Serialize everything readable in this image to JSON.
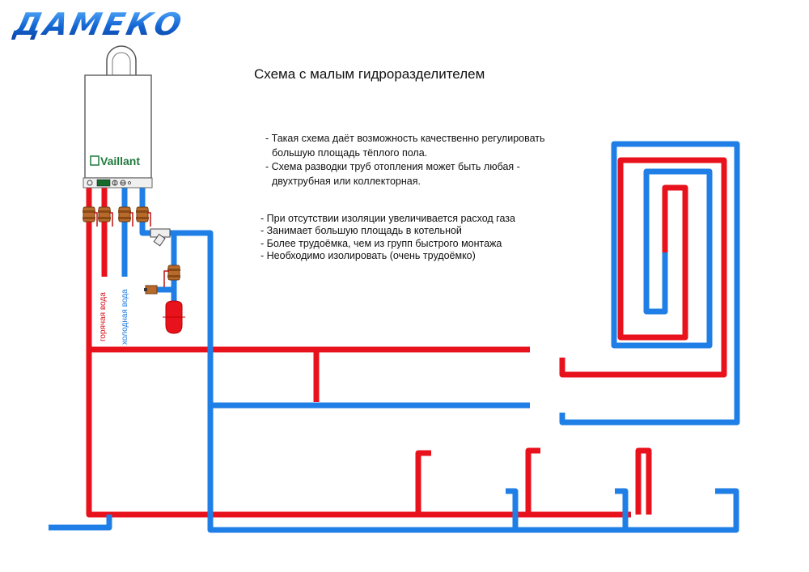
{
  "brand": {
    "logo_text": "ДАМЕКО",
    "boiler_brand": "Vaillant"
  },
  "title": "Схема с малым гидроразделителем",
  "pros": {
    "icon": "plus-circle-icon",
    "items": [
      "- Такая схема даёт возможность качественно регулировать",
      "большую площадь тёплого пола.",
      "- Схема разводки труб отопления может быть любая -",
      "двухтрубная или коллекторная."
    ]
  },
  "cons": {
    "icon": "minus-circle-icon",
    "items": [
      "- При отсутствии изоляции увеличивается расход газа",
      "- Занимает большую площадь в котельной",
      "- Более трудоёмка, чем из групп быстрого монтажа",
      "- Необходимо изолировать (очень трудоёмко)"
    ]
  },
  "labels": {
    "hot_water": "горячая вода",
    "cold_water": "холодная вода"
  },
  "colors": {
    "hot_pipe": "#e8121c",
    "cold_pipe": "#1f7fe6",
    "brass": "#b86a2a",
    "separator": "#1e6b1e",
    "pump": "#5cc23a",
    "collector": "#3c3c3c",
    "logo": "#1a6fd6",
    "boiler_brand": "#1e7a3c"
  },
  "components": [
    "wall-mounted-boiler",
    "expansion-tank",
    "hydraulic-separator",
    "circulation-pump",
    "underfloor-manifold-supply",
    "underfloor-manifold-return",
    "underfloor-heating-loop",
    "radiator-1",
    "radiator-2",
    "radiator-3",
    "pressure-gauge",
    "ball-valve",
    "strainer-filter"
  ]
}
